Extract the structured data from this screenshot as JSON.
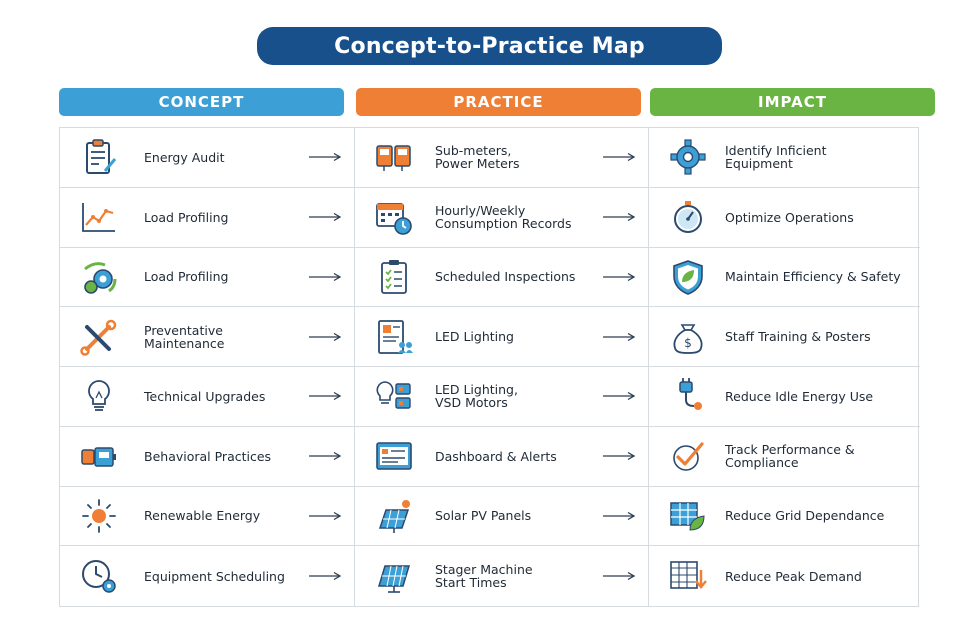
{
  "title": "Concept-to-Practice Map",
  "headers": {
    "concept": "CONCEPT",
    "practice": "PRACTICE",
    "impact": "IMPACT"
  },
  "colors": {
    "title_bg": "#17508a",
    "concept": "#3ca0d6",
    "practice": "#f07f36",
    "impact": "#6ab444"
  },
  "rows": [
    {
      "concept": "Energy Audit",
      "concept_icon": "clipboard-icon",
      "practice": "Sub-meters,\nPower Meters",
      "practice_icon": "meter-icon",
      "impact": "Identify Inficient\nEquipment",
      "impact_icon": "gear-icon"
    },
    {
      "concept": "Load Profiling",
      "concept_icon": "line-chart-icon",
      "practice": "Hourly/Weekly\nConsumption Records",
      "practice_icon": "calendar-clock-icon",
      "impact": "Optimize Operations",
      "impact_icon": "stopwatch-icon"
    },
    {
      "concept": "Load Profiling",
      "concept_icon": "gears-icon",
      "practice": "Scheduled Inspections",
      "practice_icon": "checklist-icon",
      "impact": "Maintain Efficiency & Safety",
      "impact_icon": "shield-leaf-icon"
    },
    {
      "concept": "Preventative\nMaintenance",
      "concept_icon": "tools-icon",
      "practice": "LED Lighting",
      "practice_icon": "poster-people-icon",
      "impact": "Staff Training & Posters",
      "impact_icon": "money-bag-icon"
    },
    {
      "concept": "Technical Upgrades",
      "concept_icon": "lightbulb-icon",
      "practice": "LED Lighting,\nVSD Motors",
      "practice_icon": "bulb-motor-icon",
      "impact": "Reduce Idle Energy Use",
      "impact_icon": "plug-icon"
    },
    {
      "concept": "Behavioral Practices",
      "concept_icon": "battery-machine-icon",
      "practice": "Dashboard & Alerts",
      "practice_icon": "dashboard-icon",
      "impact": "Track Performance &\nCompliance",
      "impact_icon": "checkmark-icon"
    },
    {
      "concept": "Renewable Energy",
      "concept_icon": "sun-icon",
      "practice": "Solar PV Panels",
      "practice_icon": "solar-panel-sun-icon",
      "impact": "Reduce Grid Dependance",
      "impact_icon": "grid-leaf-icon"
    },
    {
      "concept": "Equipment Scheduling",
      "concept_icon": "clock-gear-icon",
      "practice": "Stager Machine\nStart Times",
      "practice_icon": "solar-panel-icon",
      "impact": "Reduce Peak Demand",
      "impact_icon": "grid-down-arrow-icon"
    }
  ]
}
